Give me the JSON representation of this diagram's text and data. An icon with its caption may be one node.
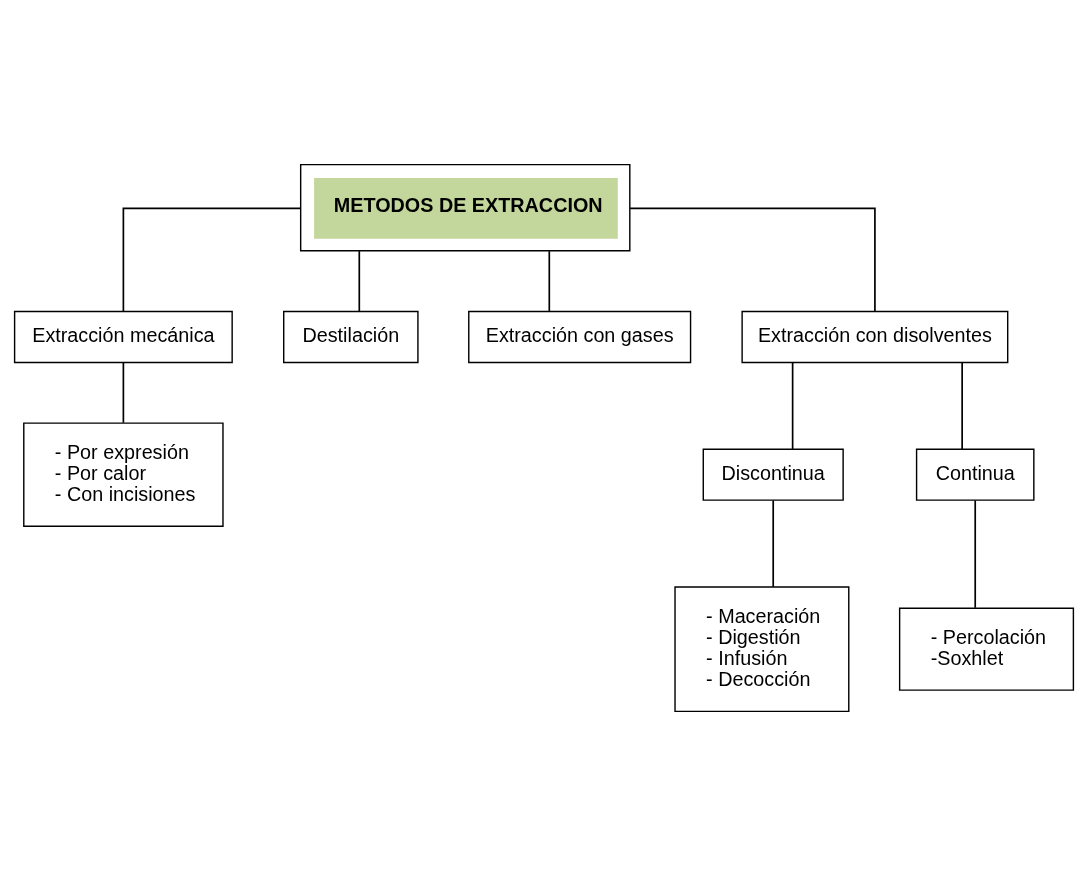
{
  "diagram": {
    "nodes": [
      {
        "text": [
          "METODOS DE EXTRACCION"
        ]
      },
      {
        "text": [
          "Extracción mecánica"
        ]
      },
      {
        "text": [
          "Destilación"
        ]
      },
      {
        "text": [
          "Extracción con gases"
        ]
      },
      {
        "text": [
          "- Por expresión",
          "- Por calor",
          "- Con incisiones"
        ]
      },
      {
        "text": [
          "Extracción con disolventes"
        ]
      },
      {
        "text": [
          "Discontinua"
        ]
      },
      {
        "text": [
          "Continua"
        ]
      },
      {
        "text": [
          "- Maceración",
          "- Digestión",
          "- Infusión",
          "- Decocción"
        ]
      },
      {
        "text": [
          "- Percolación",
          "-Soxhlet"
        ]
      }
    ],
    "edges": [
      {
        "from": 0,
        "to": 1,
        "arrow": "none"
      },
      {
        "from": 0,
        "to": 2,
        "arrow": "none"
      },
      {
        "from": 0,
        "to": 5,
        "arrow": "none"
      },
      {
        "from": 0,
        "to": 3,
        "arrow": "none"
      },
      {
        "from": 1,
        "to": 4,
        "arrow": "none"
      },
      {
        "from": 5,
        "to": 6,
        "arrow": "none"
      },
      {
        "from": 5,
        "to": 7,
        "arrow": "none"
      },
      {
        "from": 6,
        "to": 8,
        "arrow": "none"
      },
      {
        "from": 7,
        "to": 9,
        "arrow": "none"
      }
    ]
  }
}
